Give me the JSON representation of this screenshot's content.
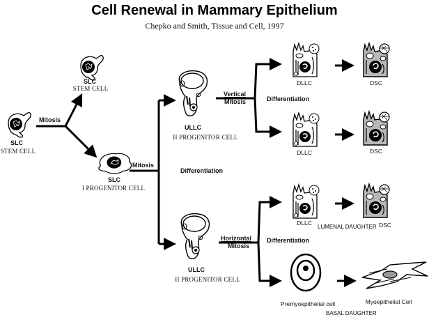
{
  "title": "Cell Renewal in Mammary Epithelium",
  "subtitle": "Chepko and Smith, Tissue and Cell, 1997",
  "nodes": {
    "stem_origin": {
      "abbr": "SLC",
      "name": "STEM CELL"
    },
    "stem_renewed": {
      "abbr": "SLC",
      "name": "STEM CELL"
    },
    "progenitor_1": {
      "abbr": "SLC",
      "name": "I  PROGENITOR CELL"
    },
    "progenitor_2_upper": {
      "abbr": "ULLC",
      "name": "II  PROGENITOR CELL"
    },
    "progenitor_2_lower": {
      "abbr": "ULLC",
      "name": "II  PROGENITOR CELL"
    },
    "dllc_1": {
      "abbr": "DLLC"
    },
    "dsc_1": {
      "abbr": "DSC"
    },
    "dllc_2": {
      "abbr": "DLLC"
    },
    "dsc_2": {
      "abbr": "DSC"
    },
    "dllc_3": {
      "abbr": "DLLC"
    },
    "dsc_3": {
      "abbr": "DSC"
    },
    "premyo": {
      "name": "Premyoepithelial cell"
    },
    "myo": {
      "name": "Myoepithelial Cell"
    }
  },
  "edges": {
    "mitosis_1": "Mitosis",
    "mitosis_2": "Mitosis",
    "differentiation_center": "Differentiation",
    "vertical_1": "Vertical",
    "vertical_2": "Mitosis",
    "differentiation_upper": "Differentiation",
    "horizontal_1": "Horizontal",
    "horizontal_2": "Mitosis",
    "differentiation_lower": "Differentiation"
  },
  "groups": {
    "lumenal": "LUMENAL DAUGHTER",
    "basal": "BASAL DAUGHTER"
  },
  "colors": {
    "ink": "#000000",
    "cytoplasm_gray": "#b8b8b8",
    "background": "#ffffff"
  }
}
